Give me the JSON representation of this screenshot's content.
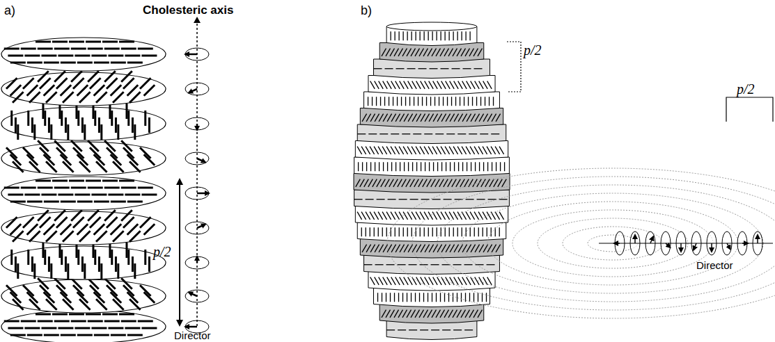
{
  "diagram": {
    "labels": [
      "a)",
      "Cholesteric axis",
      "p/2",
      "Director",
      "b)",
      "p/2",
      "p/2",
      "Director"
    ]
  }
}
